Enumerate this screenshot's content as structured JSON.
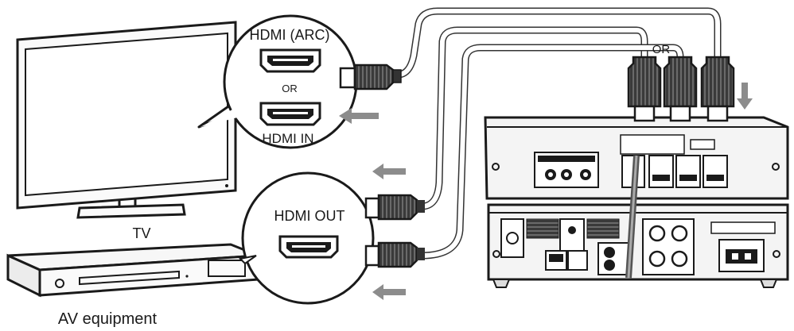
{
  "labels": {
    "hdmi_arc": "HDMI (ARC)",
    "or_tv": "OR",
    "hdmi_in": "HDMI IN",
    "hdmi_out": "HDMI OUT",
    "or_top": "OR",
    "tv": "TV",
    "av_equipment": "AV equipment"
  },
  "colors": {
    "line": "#1a1a1a",
    "arrow": "#8c8c8c",
    "cable": "#555555",
    "panel": "#f4f4f4"
  }
}
